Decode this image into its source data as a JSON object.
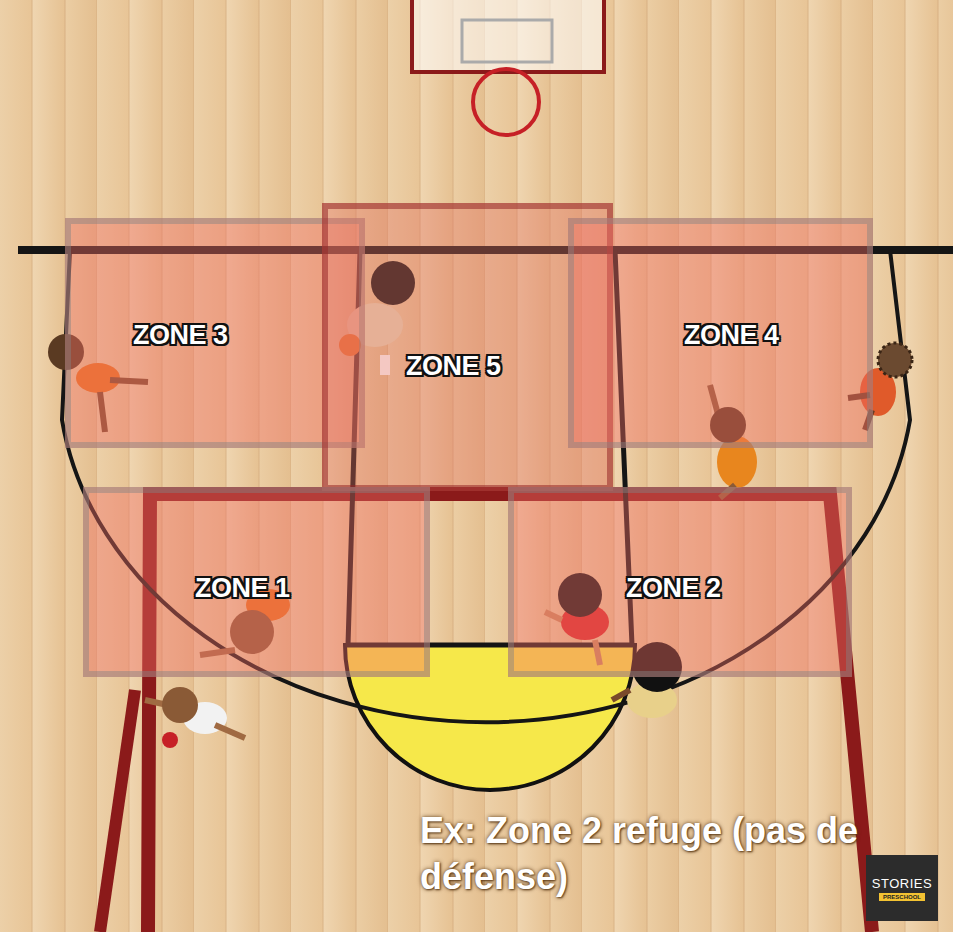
{
  "diagram": {
    "nodes": [
      {
        "text": [
          "ZONE 3"
        ]
      },
      {
        "text": [
          "ZONE 5"
        ]
      },
      {
        "text": [
          "ZONE 4"
        ]
      },
      {
        "text": [
          "ZONE 1"
        ]
      },
      {
        "text": [
          "ZONE 2"
        ]
      },
      {
        "text": [
          "STORIES",
          "PRESCHOOL"
        ]
      }
    ],
    "labels": [
      "Ex: Zone 2 refuge (pas de défense)"
    ]
  }
}
